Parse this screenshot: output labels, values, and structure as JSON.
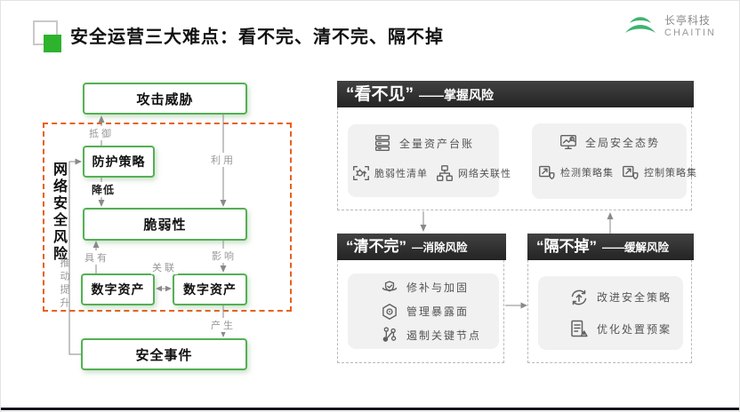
{
  "title": "安全运营三大难点：看不完、清不完、隔不掉",
  "logo": {
    "name_cn": "长亭科技",
    "name_en": "CHAITIN"
  },
  "diagram": {
    "risk_label": "网络安全风险",
    "nodes": {
      "attack": "攻击威胁",
      "protection": "防护策略",
      "vulnerability": "脆弱性",
      "asset_left": "数字资产",
      "asset_right": "数字资产",
      "incident": "安全事件"
    },
    "edges": {
      "resist": "抵御",
      "exploit": "利用",
      "reduce": "降低",
      "possess": "具有",
      "relate": "关联",
      "affect": "影响",
      "produce": "产生",
      "promote": "推动提升"
    }
  },
  "panels": {
    "see": {
      "title": "“看不见”",
      "subtitle": "——掌握风险",
      "card1": {
        "row1": "全量资产台账",
        "row2a": "脆弱性清单",
        "row2b": "网络关联性"
      },
      "card2": {
        "row1": "全局安全态势",
        "row2a": "检测策略集",
        "row2b": "控制策略集"
      }
    },
    "clear": {
      "title": "“清不完”",
      "subtitle": "—消除风险",
      "items": [
        "修补与加固",
        "管理暴露面",
        "遏制关键节点"
      ]
    },
    "isolate": {
      "title": "“隔不掉”",
      "subtitle": "——缓解风险",
      "items": [
        "改进安全策略",
        "优化处置预案"
      ]
    }
  },
  "colors": {
    "box_green": "#54b054",
    "dashed_orange": "#e8611c",
    "header_dark": "#2e2e2e",
    "brand_green": "#3eb370",
    "title_square_green": "#2db32d"
  }
}
